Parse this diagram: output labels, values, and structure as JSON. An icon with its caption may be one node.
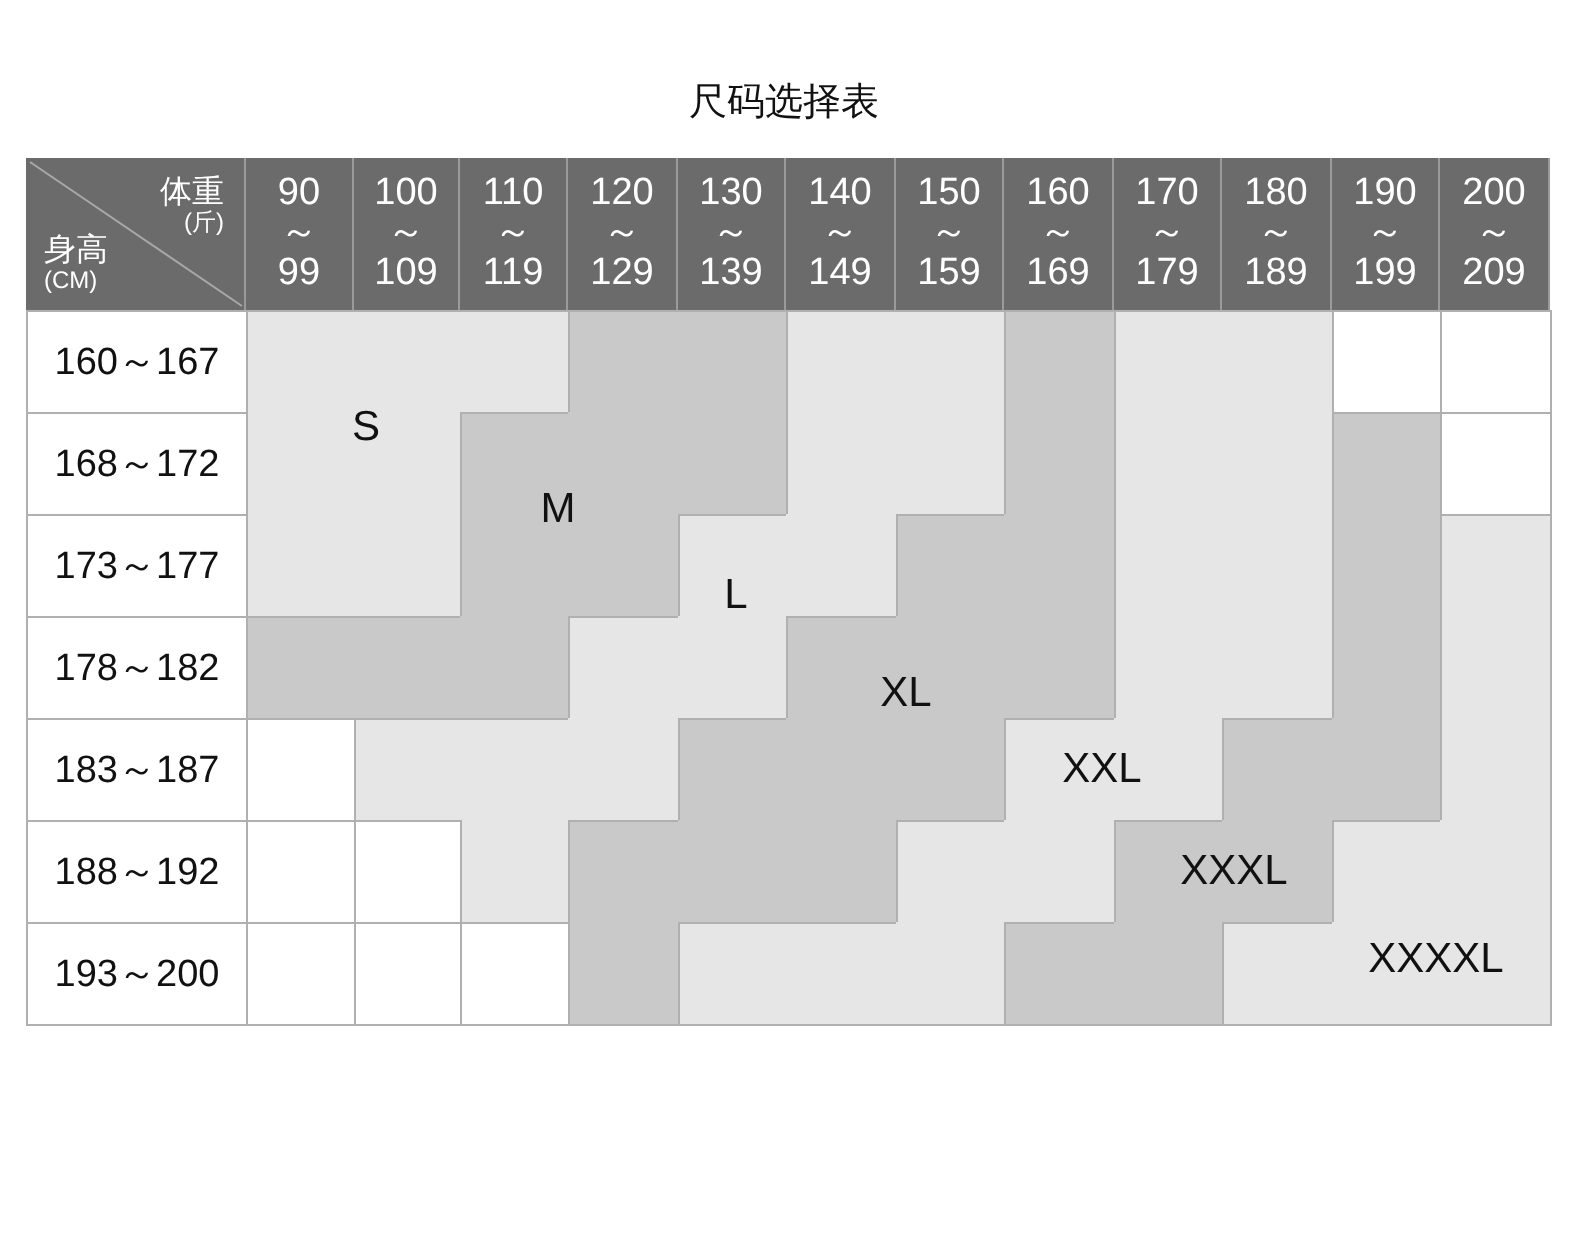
{
  "diagram": {
    "title": "尺码选择表",
    "labels": [
      "体重 (斤)",
      "身高 (CM)",
      "90 ～ 99",
      "100 ～ 109",
      "110 ～ 119",
      "120 ～ 129",
      "130 ～ 139",
      "140 ～ 149",
      "150 ～ 159",
      "160 ～ 169",
      "170 ～ 179",
      "180 ～ 189",
      "190 ～ 199",
      "200 ～ 209",
      "160～167",
      "S",
      "168～172",
      "M",
      "173～177",
      "L",
      "178～182",
      "XL",
      "183～187",
      "XXL",
      "188～192",
      "XXXL",
      "193～200",
      "XXXXL"
    ]
  }
}
